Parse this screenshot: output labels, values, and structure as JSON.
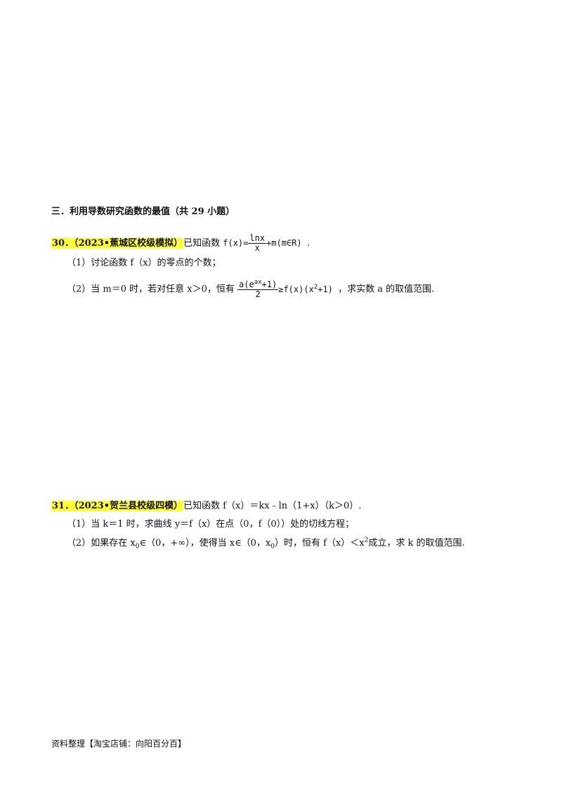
{
  "section": {
    "title": "三．利用导数研究函数的最值（共 29 小题）"
  },
  "q30": {
    "number_source": "30．（2023•蕉城区校级模拟）",
    "intro": "已知函数",
    "func_lhs": "f(x)=",
    "func_num": "lnx",
    "func_den": "x",
    "func_rhs": "+m(m∈R)",
    "end": ".",
    "p1": "（1）讨论函数 f（x）的零点的个数；",
    "p2_pre": "（2）当 m＝0 时，若对任意 x＞0，恒有",
    "ineq_num_a": "a(e",
    "ineq_num_exp": "ax",
    "ineq_num_b": "+1)",
    "ineq_den": "2",
    "ineq_rhs_a": "≥f(x)(x",
    "ineq_rhs_exp": "2",
    "ineq_rhs_b": "+1)",
    "p2_post": "，求实数 a 的取值范围."
  },
  "q31": {
    "number_source": "31．（2023•贺兰县校级四模）",
    "stmt": "已知函数 f（x）＝kx﹣ln（1+x）（k＞0）.",
    "p1": "（1）当 k＝1 时，求曲线 y＝f（x）在点（0，f（0））处的切线方程；",
    "p2_a": "（2）如果存在 x",
    "p2_sub0": "0",
    "p2_b": "∈（0，+∞），使得当 x∈（0，x",
    "p2_sub1": "0",
    "p2_c": "）时，恒有 f（x）＜x",
    "p2_sup": "2",
    "p2_d": "成立，求 k 的取值范围."
  },
  "footer": {
    "text": "资料整理【淘宝店铺：向阳百分百】"
  }
}
